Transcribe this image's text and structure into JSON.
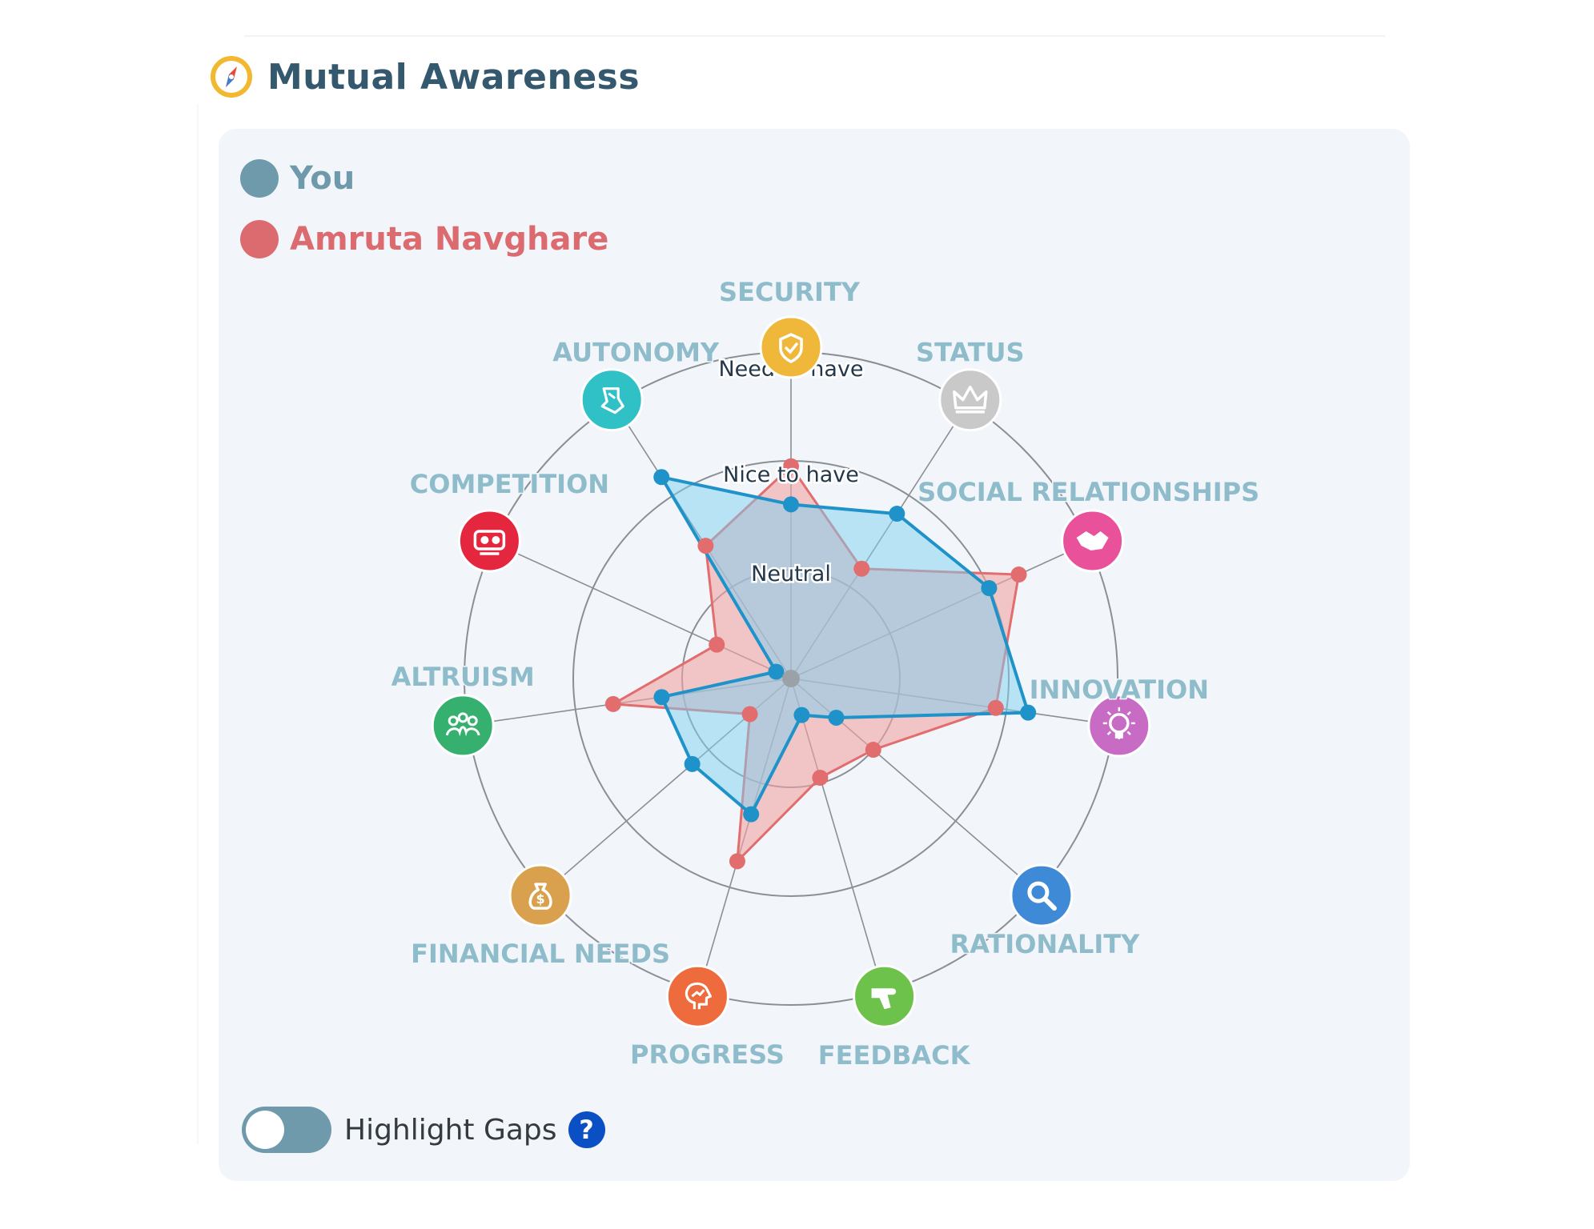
{
  "section": {
    "title": "Mutual Awareness",
    "icon": "compass-icon"
  },
  "legend": [
    {
      "label": "You",
      "color": "#6f9aab"
    },
    {
      "label": "Amruta Navghare",
      "color": "#dc6b6f"
    }
  ],
  "toggle": {
    "label": "Highlight Gaps",
    "checked": false,
    "help_icon": "question-icon",
    "help_glyph": "?"
  },
  "chart_data": {
    "type": "radar",
    "scale_max": 3,
    "levels": [
      {
        "label": "Neutral",
        "value": 1
      },
      {
        "label": "Nice to have",
        "value": 2
      },
      {
        "label": "Need to have",
        "value": 3
      }
    ],
    "axes": [
      {
        "label": "SECURITY",
        "icon": "shield-icon",
        "color": "#f0b83a"
      },
      {
        "label": "STATUS",
        "icon": "crown-icon",
        "color": "#c9c9c9"
      },
      {
        "label": "SOCIAL RELATIONSHIPS",
        "icon": "handshake-icon",
        "color": "#e9529a"
      },
      {
        "label": "INNOVATION",
        "icon": "lightbulb-icon",
        "color": "#c86bc4"
      },
      {
        "label": "RATIONALITY",
        "icon": "magnifier-icon",
        "color": "#3e8ad6"
      },
      {
        "label": "FEEDBACK",
        "icon": "hand-icon",
        "color": "#6cc24a"
      },
      {
        "label": "PROGRESS",
        "icon": "growth-head-icon",
        "color": "#ee6b3d"
      },
      {
        "label": "FINANCIAL NEEDS",
        "icon": "money-bag-icon",
        "color": "#d9a14e"
      },
      {
        "label": "ALTRUISM",
        "icon": "people-icon",
        "color": "#35b06e"
      },
      {
        "label": "COMPETITION",
        "icon": "competition-icon",
        "color": "#e5263f"
      },
      {
        "label": "AUTONOMY",
        "icon": "autonomy-icon",
        "color": "#2fc1c6"
      }
    ],
    "series": [
      {
        "name": "You",
        "color": "#1f93c9",
        "fill": "#7ed0ef",
        "values": [
          1.6,
          1.8,
          2.0,
          2.2,
          0.55,
          0.35,
          1.3,
          1.2,
          1.2,
          0.15,
          2.2
        ]
      },
      {
        "name": "Amruta Navghare",
        "color": "#e26d6e",
        "fill": "#f0a4a4",
        "values": [
          1.95,
          1.2,
          2.3,
          1.9,
          1.0,
          0.95,
          1.75,
          0.5,
          1.65,
          0.75,
          1.45
        ]
      }
    ]
  }
}
